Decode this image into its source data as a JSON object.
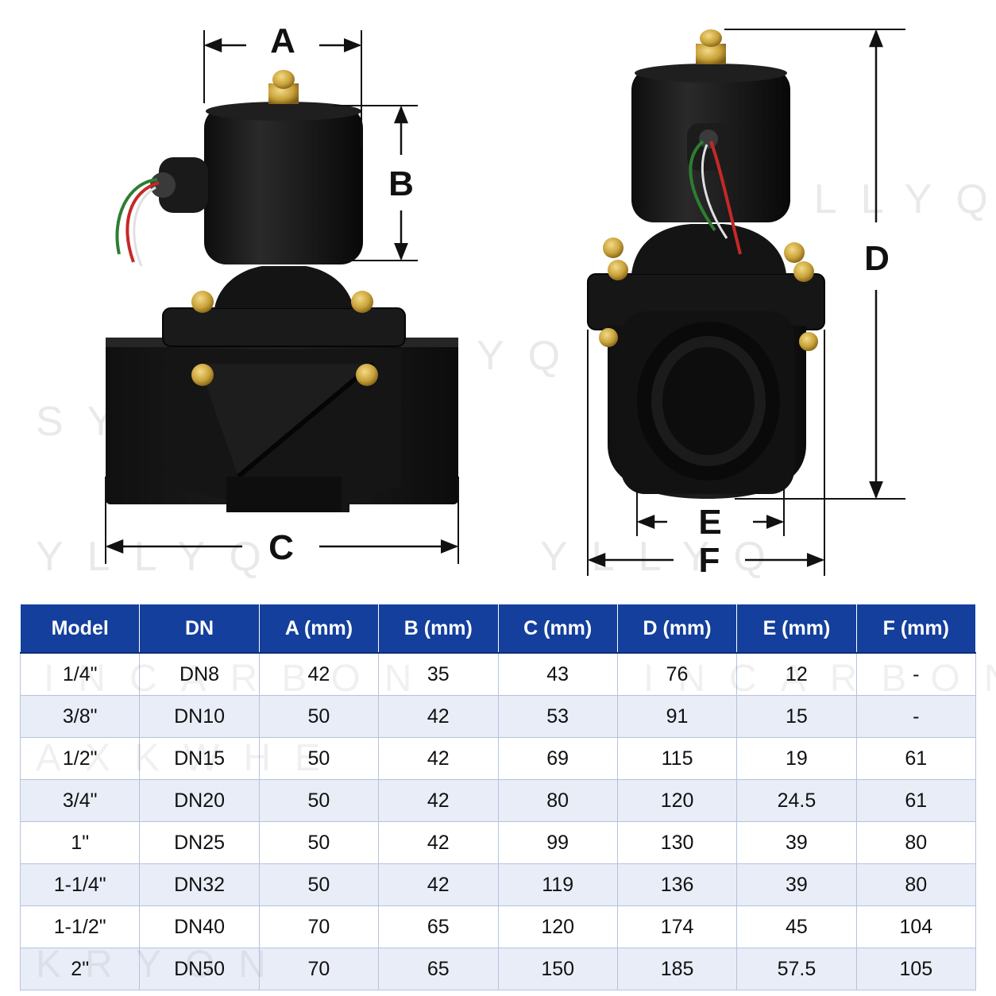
{
  "dimensions": {
    "a": "A",
    "b": "B",
    "c": "C",
    "d": "D",
    "e": "E",
    "f": "F"
  },
  "watermarks": [
    "YLLYQ",
    "YLLYQ",
    "SYQ",
    "YQ",
    "YLLYQ",
    "INCARBON",
    "INCARBON",
    "AXKWHE",
    "KRYON"
  ],
  "colors": {
    "header_bg": "#143f9c",
    "stripe": "#e8edf7",
    "body": "#111111",
    "brass": "#c9a23a"
  },
  "table": {
    "headers": [
      "Model",
      "DN",
      "A (mm)",
      "B (mm)",
      "C (mm)",
      "D (mm)",
      "E (mm)",
      "F (mm)"
    ],
    "rows": [
      [
        "1/4\"",
        "DN8",
        "42",
        "35",
        "43",
        "76",
        "12",
        "-"
      ],
      [
        "3/8\"",
        "DN10",
        "50",
        "42",
        "53",
        "91",
        "15",
        "-"
      ],
      [
        "1/2\"",
        "DN15",
        "50",
        "42",
        "69",
        "115",
        "19",
        "61"
      ],
      [
        "3/4\"",
        "DN20",
        "50",
        "42",
        "80",
        "120",
        "24.5",
        "61"
      ],
      [
        "1\"",
        "DN25",
        "50",
        "42",
        "99",
        "130",
        "39",
        "80"
      ],
      [
        "1-1/4\"",
        "DN32",
        "50",
        "42",
        "119",
        "136",
        "39",
        "80"
      ],
      [
        "1-1/2\"",
        "DN40",
        "70",
        "65",
        "120",
        "174",
        "45",
        "104"
      ],
      [
        "2\"",
        "DN50",
        "70",
        "65",
        "150",
        "185",
        "57.5",
        "105"
      ]
    ]
  }
}
